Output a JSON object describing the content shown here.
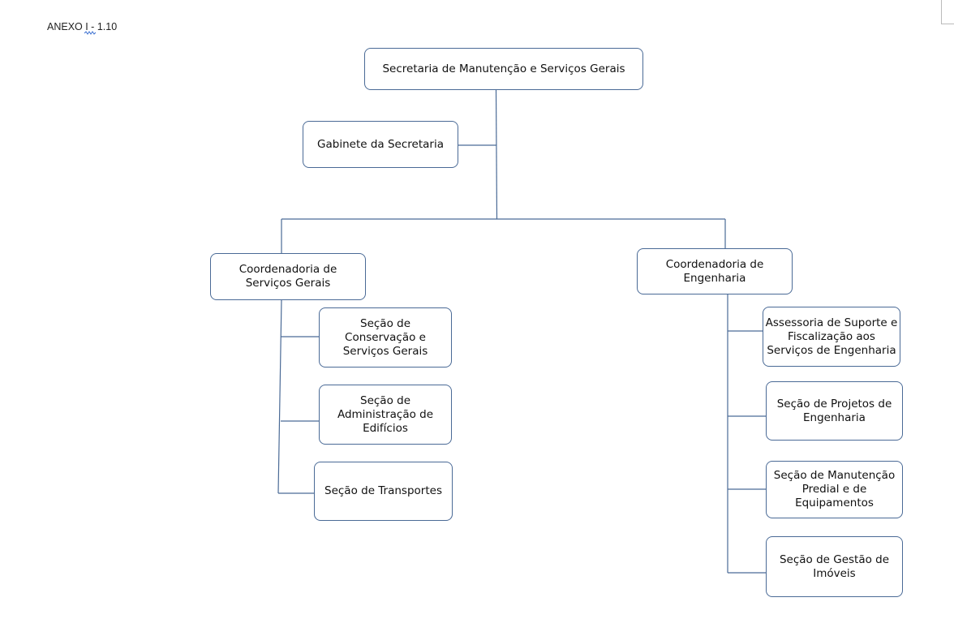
{
  "annex_label": "ANEXO I - 1.10",
  "line_color": "#4a6a96",
  "nodes": {
    "root": "Secretaria de Manutenção e Serviços Gerais",
    "gabinete": "Gabinete da Secretaria",
    "coord_servicos": "Coordenadoria de Serviços Gerais",
    "coord_engenharia": "Coordenadoria de Engenharia",
    "secao_conservacao": "Seção de Conservação e Serviços Gerais",
    "secao_administracao": "Seção de Administração de Edifícios",
    "secao_transportes": "Seção de Transportes",
    "assessoria_suporte": "Assessoria de Suporte e Fiscalização aos Serviços de Engenharia",
    "secao_projetos": "Seção de Projetos de Engenharia",
    "secao_manutencao": "Seção de Manutenção Predial e de Equipamentos",
    "secao_gestao": "Seção de Gestão de Imóveis"
  }
}
